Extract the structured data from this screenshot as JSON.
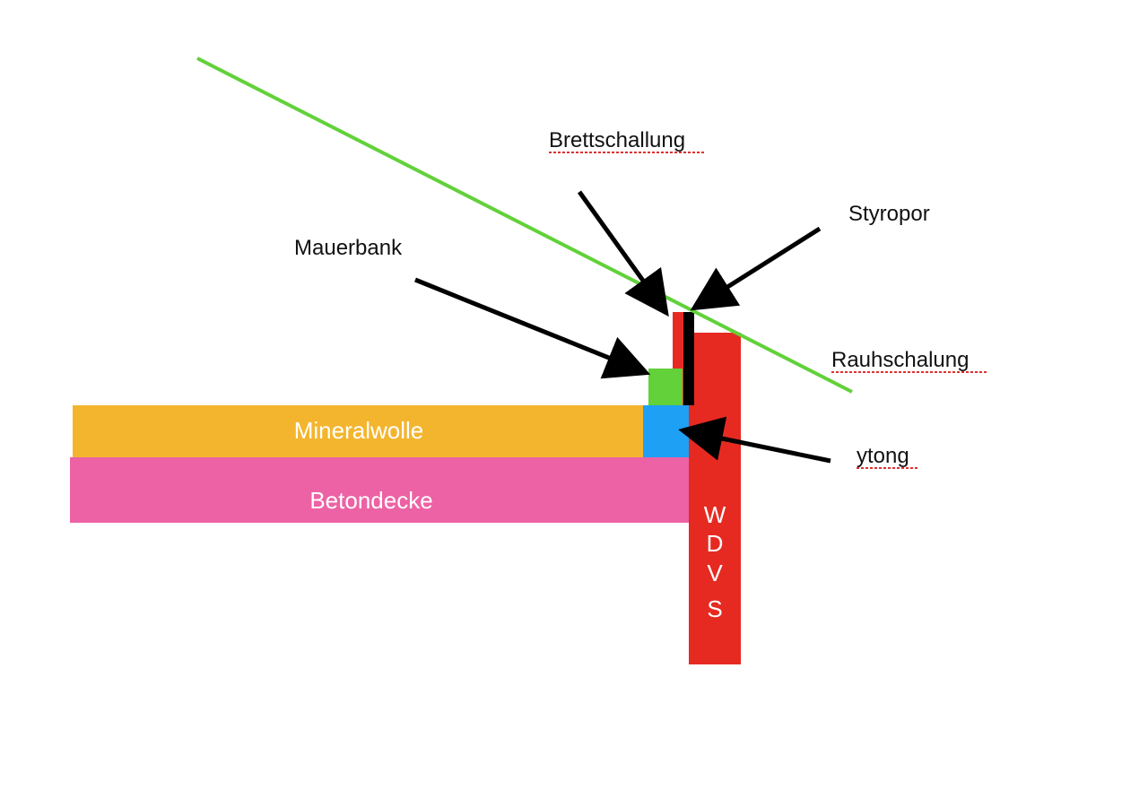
{
  "labels": {
    "mineralwolle": "Mineralwolle",
    "betondecke": "Betondecke",
    "wdvs": [
      "W",
      "D",
      "V",
      "S"
    ],
    "brettschallung": "Brettschallung",
    "styropor": "Styropor",
    "mauerbank": "Mauerbank",
    "rauhschalung": "Rauhschalung",
    "ytong": "ytong"
  },
  "colors": {
    "mineralwolle": "#f4b52e",
    "betondecke": "#ec62a4",
    "wdvs": "#e62a22",
    "ytong": "#1ea0f5",
    "mauerbank": "#62d13a",
    "rauhschalung": "#62d13a",
    "styropor": "#000000",
    "arrow": "#000000"
  }
}
